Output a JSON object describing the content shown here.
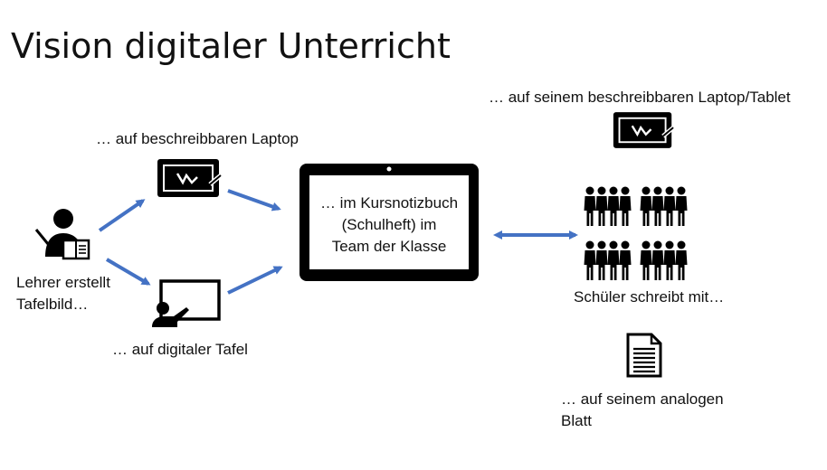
{
  "title": "Vision digitaler Unterricht",
  "teacher": {
    "label_line1": "Lehrer erstellt",
    "label_line2": "Tafelbild…",
    "icon": "teacher-presenting-icon"
  },
  "laptop_teacher": {
    "label": "… auf beschreibbaren Laptop",
    "icon": "pen-tablet-icon"
  },
  "digital_board": {
    "label": "… auf digitaler Tafel",
    "icon": "presenter-board-icon"
  },
  "notebook": {
    "line1": "… im Kursnotizbuch",
    "line2": "(Schulheft) im",
    "line3": "Team der Klasse",
    "icon": "tablet-device-icon"
  },
  "student_laptop": {
    "label": "… auf seinem beschreibbaren Laptop/Tablet",
    "icon": "pen-tablet-icon"
  },
  "students": {
    "label": "Schüler schreibt mit…",
    "icon": "students-group-icon",
    "rows": 2,
    "groups_per_row": 2,
    "people_per_group": 4
  },
  "paper": {
    "label_line1": "… auf seinem analogen",
    "label_line2": "Blatt",
    "icon": "document-icon"
  },
  "colors": {
    "arrow": "#4472C4",
    "icon": "#000000",
    "text": "#111111"
  }
}
